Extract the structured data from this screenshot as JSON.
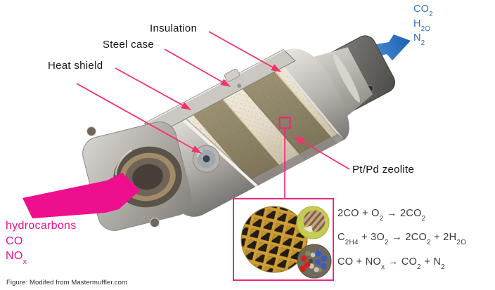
{
  "figure": {
    "caption": "Figure: Modifed from Mastermuffler.com",
    "part_labels": {
      "insulation": "Insulation",
      "steel_case": "Steel case",
      "heat_shield": "Heat shield",
      "catalyst": "Pt/Pd zeolite"
    },
    "inlet_gases": [
      "hydrocarbons",
      "CO",
      "NO_x"
    ],
    "outlet_gases": [
      "CO_2",
      "H_2O",
      "N_2"
    ],
    "reactions": [
      "2CO + O_2 -> 2CO_2",
      "C_2H_4 + 3O_2 -> 2CO_2 + 2H_2O",
      "CO + NO_x -> CO_2 + N_2"
    ],
    "colors": {
      "annotation_pink": "#f5326e",
      "marker_pink": "#f5237c",
      "inlet_magenta": "#ee0f8e",
      "outlet_blue": "#2e72c0"
    }
  }
}
